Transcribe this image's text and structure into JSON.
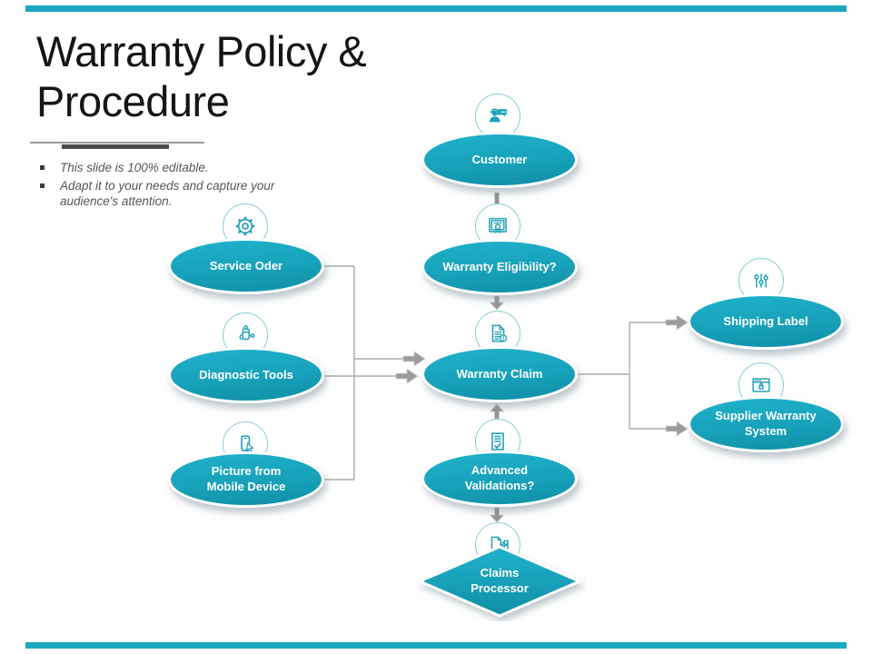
{
  "slide": {
    "title": "Warranty Policy & Procedure",
    "bullets": [
      "This slide is 100% editable.",
      "Adapt it to your needs and capture your audience's attention."
    ]
  },
  "colors": {
    "teal": "#17A0B9",
    "teal_light": "#20B2CB",
    "teal_dark": "#0F8FA6",
    "accent_bar": "#1BA7C0",
    "arrow_gray": "#9C9C9C",
    "line_gray": "#ABABAB",
    "title_black": "#151515",
    "bullet_gray": "#565656"
  },
  "nodes": {
    "customer": {
      "label": "Customer",
      "icon": "customer-support-icon",
      "shape": "ellipse"
    },
    "warranty_eligibility": {
      "label": "Warranty Eligibility?",
      "icon": "certificate-icon",
      "shape": "ellipse"
    },
    "warranty_claim": {
      "label": "Warranty Claim",
      "icon": "claim-document-icon",
      "shape": "ellipse"
    },
    "advanced_validations": {
      "label": "Advanced\nValidations?",
      "icon": "checklist-icon",
      "shape": "ellipse"
    },
    "claims_processor": {
      "label": "Claims\nProcessor",
      "icon": "process-flow-icon",
      "shape": "diamond"
    },
    "service_order": {
      "label": "Service Oder",
      "icon": "gear-icon",
      "shape": "ellipse"
    },
    "diagnostic_tools": {
      "label": "Diagnostic Tools",
      "icon": "diagnostic-device-icon",
      "shape": "ellipse"
    },
    "picture_from_mobile": {
      "label": "Picture from\nMobile Device",
      "icon": "mobile-hand-icon",
      "shape": "ellipse"
    },
    "shipping_label": {
      "label": "Shipping Label",
      "icon": "sliders-icon",
      "shape": "ellipse"
    },
    "supplier_warranty_system": {
      "label": "Supplier Warranty\nSystem",
      "icon": "secure-browser-icon",
      "shape": "ellipse"
    }
  }
}
